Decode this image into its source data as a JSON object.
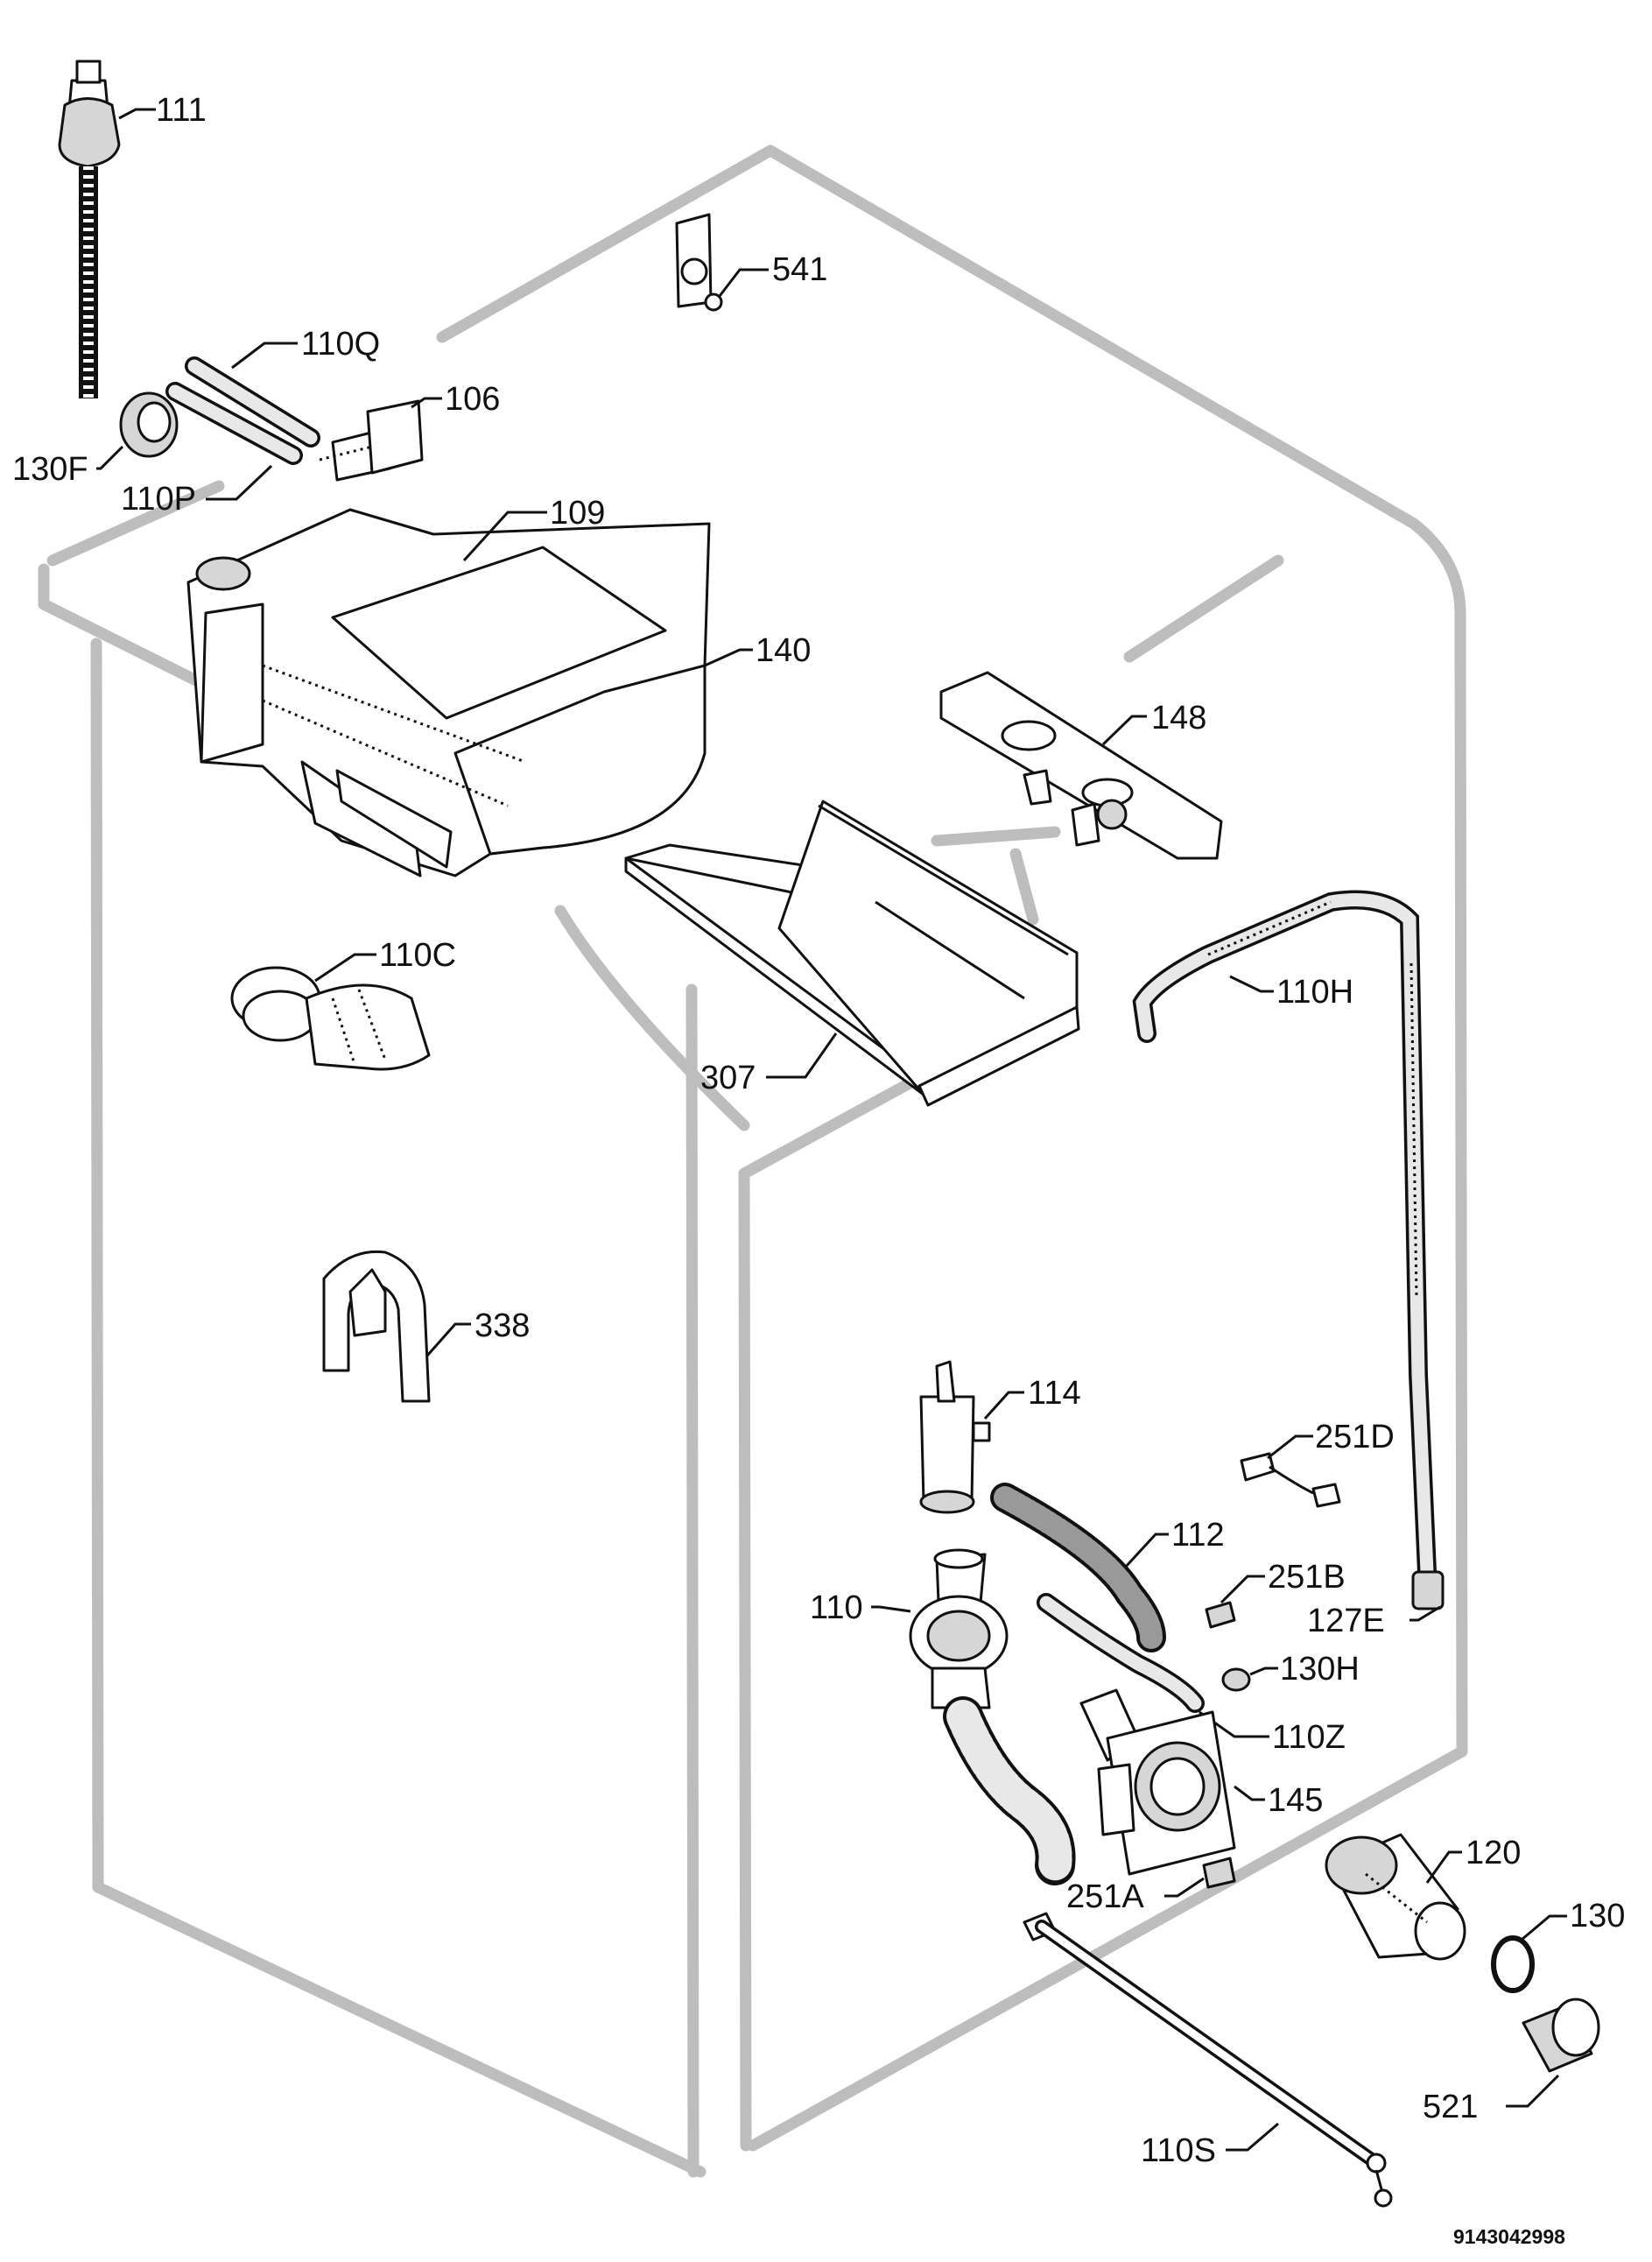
{
  "colors": {
    "cabinet": "#bdbdbd",
    "ink": "#111111",
    "background": "#ffffff"
  },
  "callouts": {
    "c111": "111",
    "c541": "541",
    "c110Q": "110Q",
    "c106": "106",
    "c130F": "130F",
    "c110P": "110P",
    "c109": "109",
    "c140": "140",
    "c148": "148",
    "c110H": "110H",
    "c110C": "110C",
    "c307": "307",
    "c338": "338",
    "c114": "114",
    "c251D": "251D",
    "c112": "112",
    "c251B": "251B",
    "c110": "110",
    "c127E": "127E",
    "c130H": "130H",
    "c110Z": "110Z",
    "c145": "145",
    "c120": "120",
    "c251A": "251A",
    "c130": "130",
    "c521": "521",
    "c110S": "110S"
  },
  "reference_number": "9143042998"
}
